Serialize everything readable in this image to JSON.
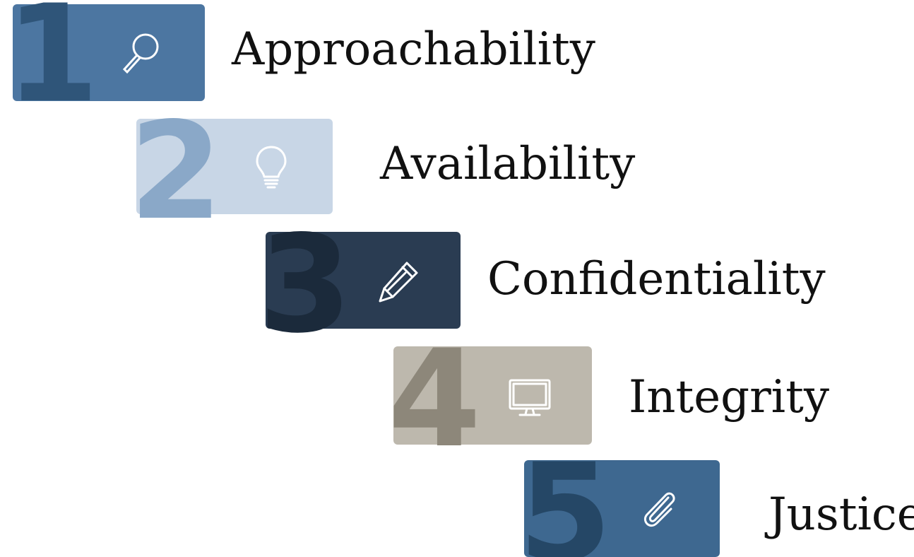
{
  "steps": [
    {
      "number": "1",
      "label": "Approachability",
      "icon": "magnifier-icon",
      "color": "#4c76a1"
    },
    {
      "number": "2",
      "label": "Availability",
      "icon": "lightbulb-icon",
      "color": "#c8d6e6"
    },
    {
      "number": "3",
      "label": "Confidentiality",
      "icon": "pencil-icon",
      "color": "#2a3c52"
    },
    {
      "number": "4",
      "label": "Integrity",
      "icon": "monitor-icon",
      "color": "#bdb8ad"
    },
    {
      "number": "5",
      "label": "Justice",
      "icon": "paperclip-icon",
      "color": "#3e6890"
    }
  ]
}
